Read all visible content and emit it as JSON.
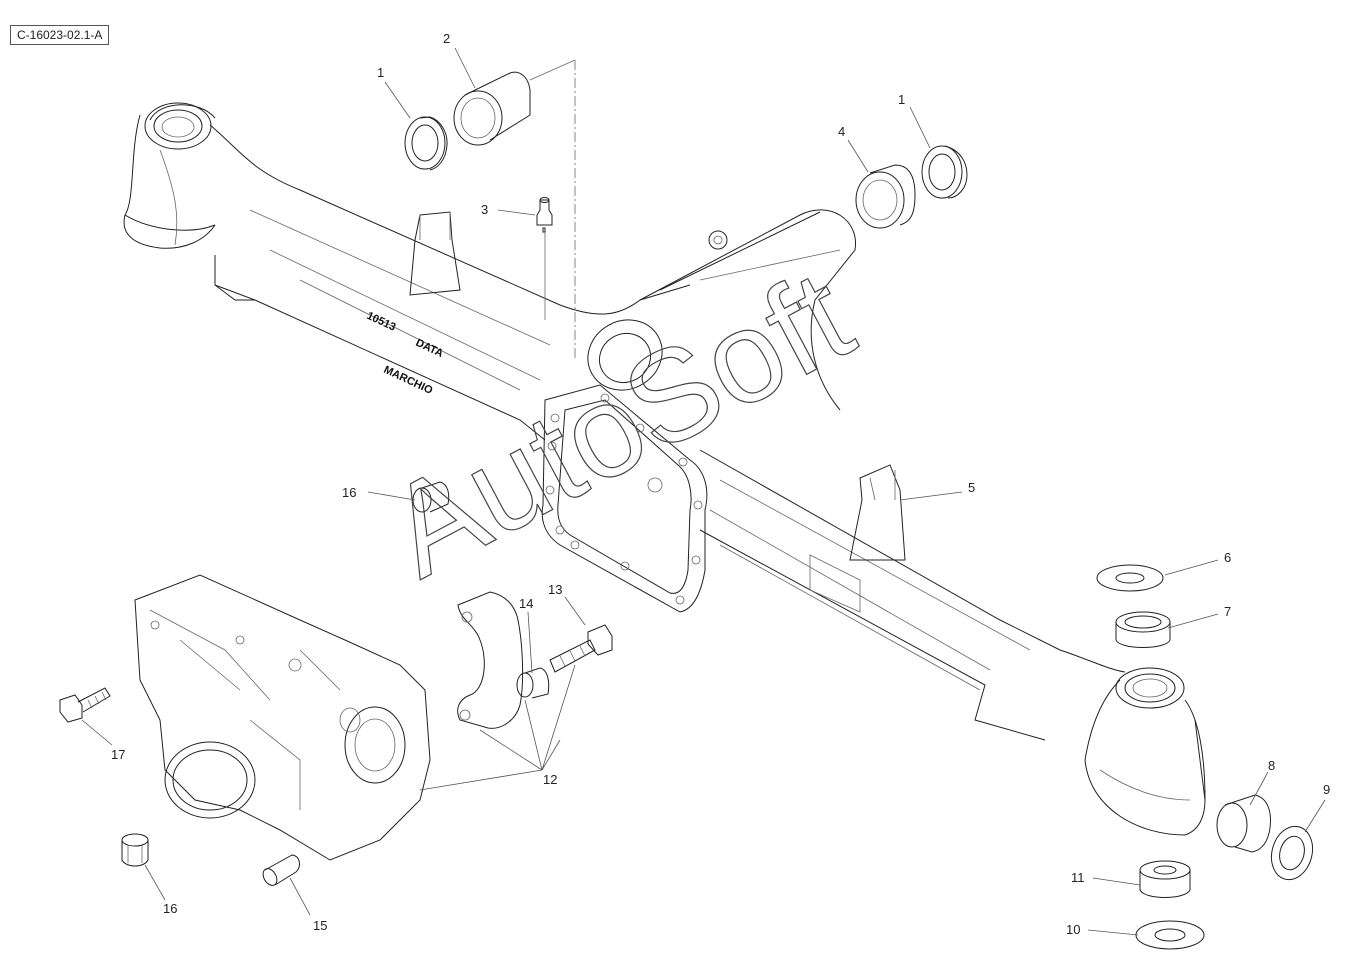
{
  "diagram": {
    "code": "C-16023-02.1-A",
    "watermark": "AutoSoft",
    "stamps": {
      "number": "10513",
      "data": "DATA",
      "marchio": "MARCHIO"
    },
    "callouts": [
      {
        "id": "c2",
        "label": "2"
      },
      {
        "id": "c1a",
        "label": "1"
      },
      {
        "id": "c1b",
        "label": "1"
      },
      {
        "id": "c4",
        "label": "4"
      },
      {
        "id": "c3",
        "label": "3"
      },
      {
        "id": "c5",
        "label": "5"
      },
      {
        "id": "c6",
        "label": "6"
      },
      {
        "id": "c7",
        "label": "7"
      },
      {
        "id": "c8",
        "label": "8"
      },
      {
        "id": "c9",
        "label": "9"
      },
      {
        "id": "c10",
        "label": "10"
      },
      {
        "id": "c11",
        "label": "11"
      },
      {
        "id": "c12",
        "label": "12"
      },
      {
        "id": "c13",
        "label": "13"
      },
      {
        "id": "c14",
        "label": "14"
      },
      {
        "id": "c15",
        "label": "15"
      },
      {
        "id": "c16a",
        "label": "16"
      },
      {
        "id": "c16b",
        "label": "16"
      },
      {
        "id": "c17",
        "label": "17"
      }
    ]
  }
}
